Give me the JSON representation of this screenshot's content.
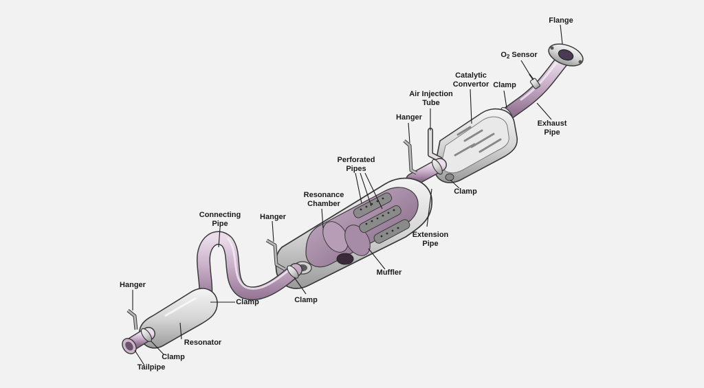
{
  "diagram": {
    "labels": {
      "flange": "Flange",
      "o2_sensor_main": "O",
      "o2_sensor_sub": "2",
      "o2_sensor_rest": " Sensor",
      "catalytic_convertor_line1": "Catalytic",
      "catalytic_convertor_line2": "Convertor",
      "clamp_catalytic": "Clamp",
      "exhaust_pipe_line1": "Exhaust",
      "exhaust_pipe_line2": "Pipe",
      "air_injection_tube_line1": "Air Injection",
      "air_injection_tube_line2": "Tube",
      "hanger_top": "Hanger",
      "clamp_extension": "Clamp",
      "extension_pipe_line1": "Extension",
      "extension_pipe_line2": "Pipe",
      "perforated_pipes_line1": "Perforated",
      "perforated_pipes_line2": "Pipes",
      "resonance_chamber_line1": "Resonance",
      "resonance_chamber_line2": "Chamber",
      "muffler": "Muffler",
      "connecting_pipe_line1": "Connecting",
      "connecting_pipe_line2": "Pipe",
      "hanger_middle": "Hanger",
      "clamp_muffler": "Clamp",
      "clamp_connecting": "Clamp",
      "hanger_left": "Hanger",
      "resonator": "Resonator",
      "clamp_tailpipe": "Clamp",
      "tailpipe": "Tailpipe"
    },
    "colors": {
      "background": "#f2f2f2",
      "pipe": "#c9aec8",
      "pipe_shadow": "#8e6f8e",
      "metal": "#d6d6d6",
      "metal_dark": "#9a9a9a",
      "outline": "#3a3a3a",
      "leader": "#1a1a1a"
    }
  }
}
